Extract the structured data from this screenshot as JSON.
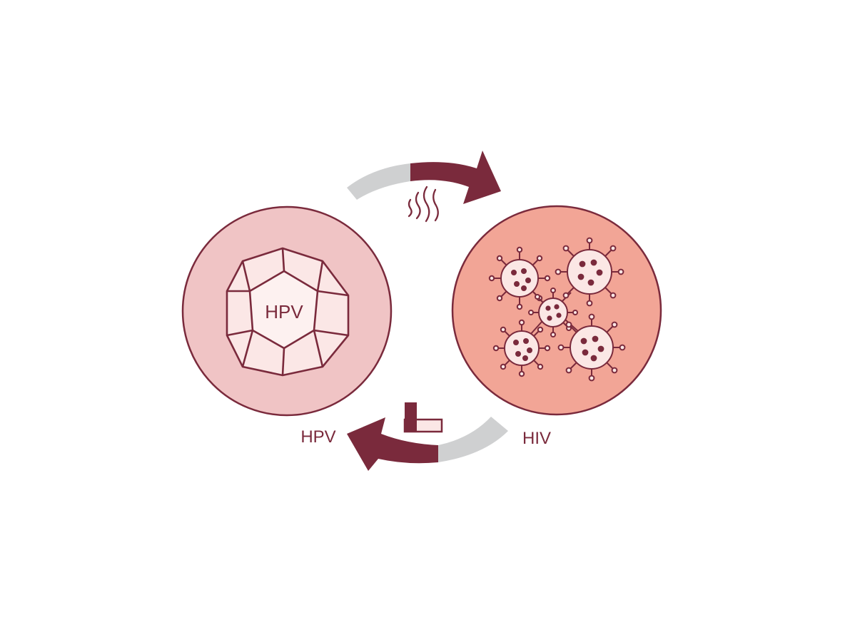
{
  "diagram": {
    "hpv_cell": {
      "inner_label": "HPV",
      "caption": "HPV"
    },
    "hiv_cell": {
      "caption": "HIV"
    },
    "colors": {
      "maroon": "#7a2a3c",
      "hpv_fill": "#f0c4c5",
      "hiv_fill": "#f2a596",
      "gray_arrow": "#cfd0d1",
      "particle_fill": "#fbe7e5"
    },
    "icons": {
      "top_symbol": "heat-waves-icon",
      "bottom_symbol": "l-block-icon",
      "hpv_shape": "dodecahedron-capsid-icon",
      "hiv_shape": "spiky-virion-icon"
    }
  }
}
